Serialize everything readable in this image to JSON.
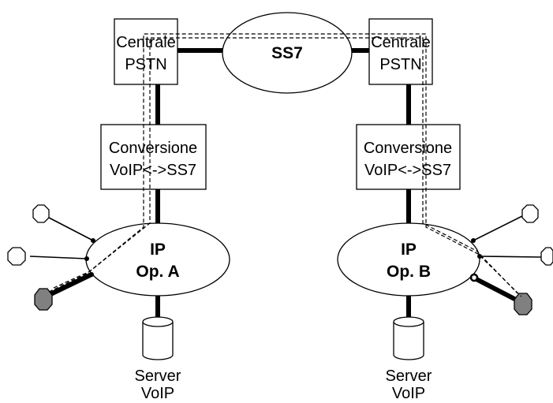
{
  "ss7": {
    "label": "SS7"
  },
  "pstn_left": {
    "line1": "Centrale",
    "line2": "PSTN"
  },
  "pstn_right": {
    "line1": "Centrale",
    "line2": "PSTN"
  },
  "conv_left": {
    "line1": "Conversione",
    "line2": "VoIP<->SS7"
  },
  "conv_right": {
    "line1": "Conversione",
    "line2": "VoIP<->SS7"
  },
  "ip_left": {
    "line1": "IP",
    "line2": "Op. A"
  },
  "ip_right": {
    "line1": "IP",
    "line2": "Op. B"
  },
  "server_left": {
    "line1": "Server",
    "line2": "VoIP"
  },
  "server_right": {
    "line1": "Server",
    "line2": "VoIP"
  }
}
